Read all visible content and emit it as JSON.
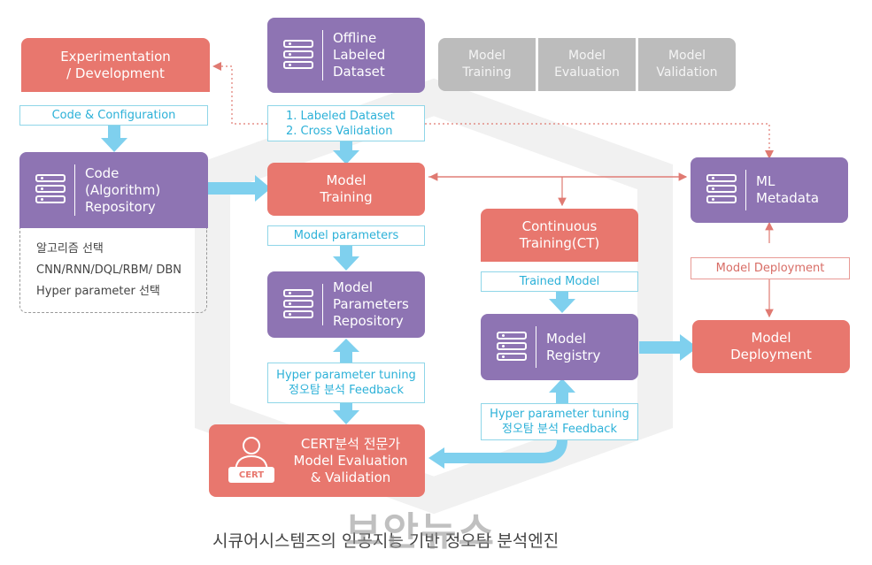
{
  "nodes": {
    "experimentation": "Experimentation\n/ Development",
    "offline_dataset": "Offline\nLabeled\nDataset",
    "gray_training": "Model\nTraining",
    "gray_evaluation": "Model\nEvaluation",
    "gray_validation": "Model\nValidation",
    "code_repo": "Code\n(Algorithm)\nRepository",
    "model_training": "Model\nTraining",
    "ml_metadata": "ML\nMetadata",
    "continuous_training": "Continuous\nTraining(CT)",
    "params_repo": "Model\nParameters\nRepository",
    "model_registry": "Model\nRegistry",
    "model_deployment": "Model\nDeployment",
    "cert_eval": "CERT분석 전문가\nModel Evaluation\n& Validation",
    "cert_badge": "CERT"
  },
  "labels": {
    "code_config": "Code & Configuration",
    "dataset_steps": "1. Labeled Dataset\n2. Cross Validation",
    "model_params": "Model parameters",
    "trained_model": "Trained Model",
    "model_deployment_link": "Model Deployment",
    "hyper_tuning_left": "Hyper parameter tuning\n정오탐 분석 Feedback",
    "hyper_tuning_right": "Hyper parameter tuning\n정오탐 분석 Feedback"
  },
  "note": {
    "line1": "알고리즘 선택",
    "line2": "CNN/RNN/DQL/RBM/ DBN",
    "line3": "Hyper parameter 선택"
  },
  "caption": "시큐어시스템즈의 인공지능 기반 정오탐 분석엔진",
  "watermark": "보안뉴스",
  "colors": {
    "red": "#e8776e",
    "purple": "#8e74b3",
    "gray": "#bcbcbc",
    "arrow_blue": "#7fd0ee",
    "label_blue": "#2cb1d8"
  }
}
